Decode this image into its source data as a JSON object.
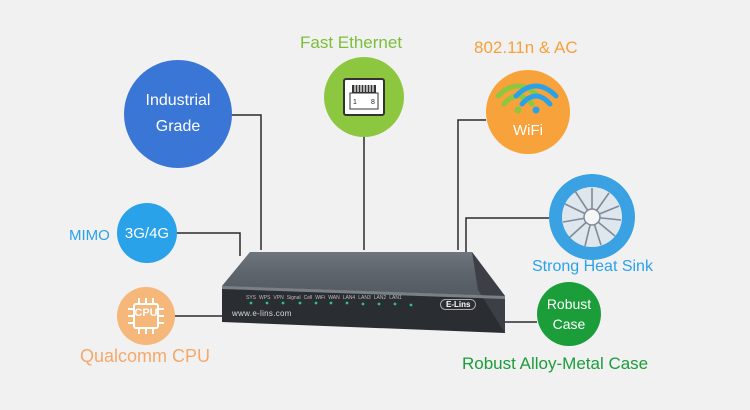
{
  "labels": {
    "industrial": "Industrial Grade",
    "fast_ethernet": "Fast Ethernet",
    "wifi_standard": "802.11n & AC",
    "wifi": "WiFi",
    "mimo": "MIMO",
    "g34": "3G/4G",
    "cpu": "CPU",
    "qualcomm": "Qualcomm CPU",
    "heat_sink": "Strong Heat Sink",
    "robust_case": "Robust Case",
    "robust_alloy": "Robust Alloy-Metal Case",
    "rj45_pin1": "1",
    "rj45_pin8": "8",
    "url": "www.e-lins.com",
    "brand": "E-Lins"
  },
  "router_leds": [
    "SYS",
    "WPS",
    "VPN",
    "Signal",
    "Cell",
    "WiFi",
    "WAN",
    "LAN4",
    "LAN3",
    "LAN2",
    "LAN1"
  ],
  "colors": {
    "blue_dark": "#3a76d6",
    "blue": "#2aa2ea",
    "green_light": "#8dc63f",
    "orange": "#f7a23a",
    "peach": "#f6b77b",
    "green_dark": "#1b9d3a",
    "background": "#f1f1f1"
  }
}
